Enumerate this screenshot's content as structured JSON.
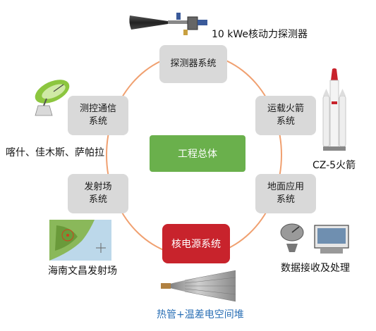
{
  "center": {
    "label": "工程总体"
  },
  "nodes": {
    "detector": {
      "l1": "探测器系统"
    },
    "rocket": {
      "l1": "运载火箭",
      "l2": "系统"
    },
    "ground": {
      "l1": "地面应用",
      "l2": "系统"
    },
    "power": {
      "l1": "核电源系统"
    },
    "launch": {
      "l1": "发射场",
      "l2": "系统"
    },
    "tracking": {
      "l1": "测控通信",
      "l2": "系统"
    }
  },
  "captions": {
    "detector": "10 kWe核动力探测器",
    "rocket": "CZ-5火箭",
    "ground": "数据接收及处理",
    "power": "热管+温差电空间堆",
    "launch": "海南文昌发射场",
    "tracking": "喀什、佳木斯、萨帕拉"
  },
  "colors": {
    "ring": "#f0a070",
    "node_bg": "#d9d9d9",
    "center_bg": "#6ab04c",
    "power_bg": "#c8232c",
    "caption_blue": "#2a6fb5"
  }
}
